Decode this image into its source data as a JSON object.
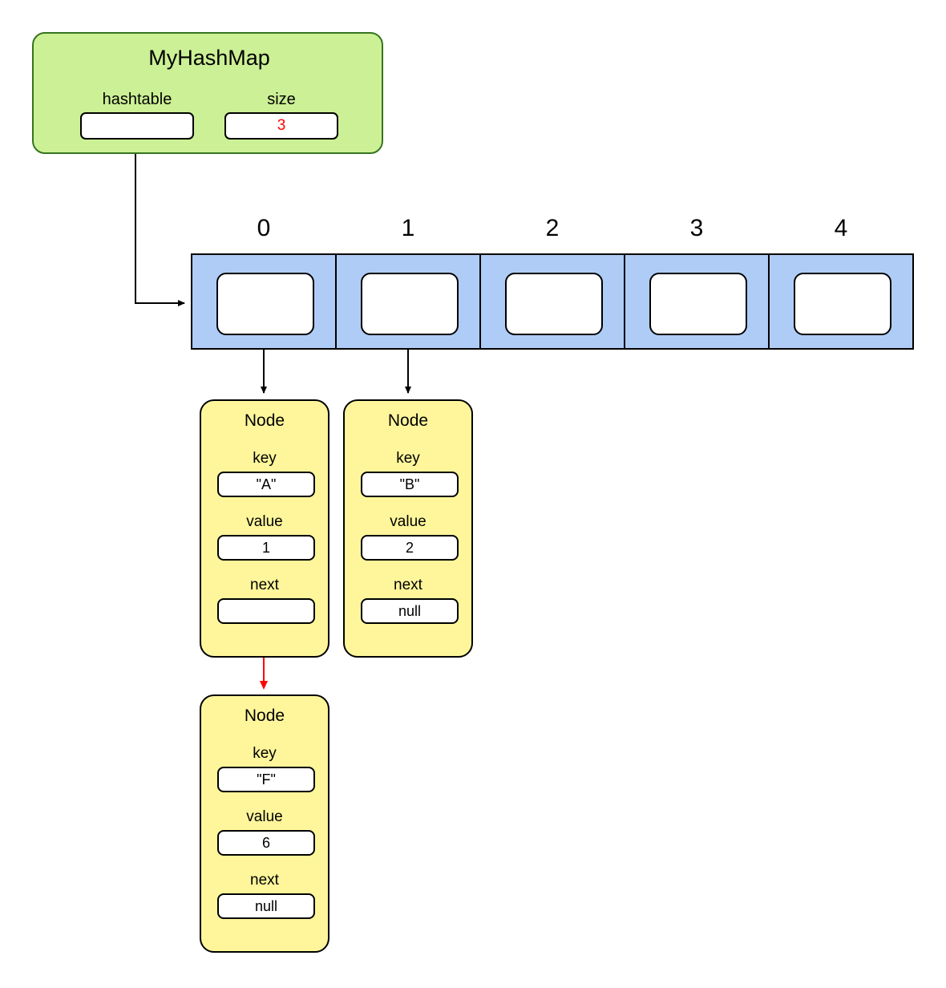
{
  "diagram": {
    "title": "MyHashMap hash table with separate chaining",
    "colors": {
      "object_fill": "#ccf095",
      "object_stroke": "#36741f",
      "array_fill": "#aeccf5",
      "node_fill": "#fff69b",
      "stroke": "#000000",
      "highlight": "#ff0000"
    }
  },
  "object": {
    "class_name": "MyHashMap",
    "fields": [
      {
        "label": "hashtable",
        "value": "",
        "highlight": false
      },
      {
        "label": "size",
        "value": "3",
        "highlight": true
      }
    ]
  },
  "array": {
    "indices": [
      "0",
      "1",
      "2",
      "3",
      "4"
    ],
    "buckets": [
      {
        "index": "0",
        "value": "",
        "has_pointer": true
      },
      {
        "index": "1",
        "value": "",
        "has_pointer": true
      },
      {
        "index": "2",
        "value": "",
        "has_pointer": false
      },
      {
        "index": "3",
        "value": "",
        "has_pointer": false
      },
      {
        "index": "4",
        "value": "",
        "has_pointer": false
      }
    ]
  },
  "nodes": [
    {
      "id": "node-a",
      "title": "Node",
      "key_label": "key",
      "key_value": "\"A\"",
      "value_label": "value",
      "value_value": "1",
      "next_label": "next",
      "next_value": ""
    },
    {
      "id": "node-b",
      "title": "Node",
      "key_label": "key",
      "key_value": "\"B\"",
      "value_label": "value",
      "value_value": "2",
      "next_label": "next",
      "next_value": "null"
    },
    {
      "id": "node-f",
      "title": "Node",
      "key_label": "key",
      "key_value": "\"F\"",
      "value_label": "value",
      "value_value": "6",
      "next_label": "next",
      "next_value": "null"
    }
  ],
  "arrows": [
    {
      "name": "hashtable-to-array",
      "color": "#000000"
    },
    {
      "name": "bucket0-to-node-a",
      "color": "#000000"
    },
    {
      "name": "bucket1-to-node-b",
      "color": "#000000"
    },
    {
      "name": "node-a-next-to-node-f",
      "color": "#ff0000"
    }
  ]
}
